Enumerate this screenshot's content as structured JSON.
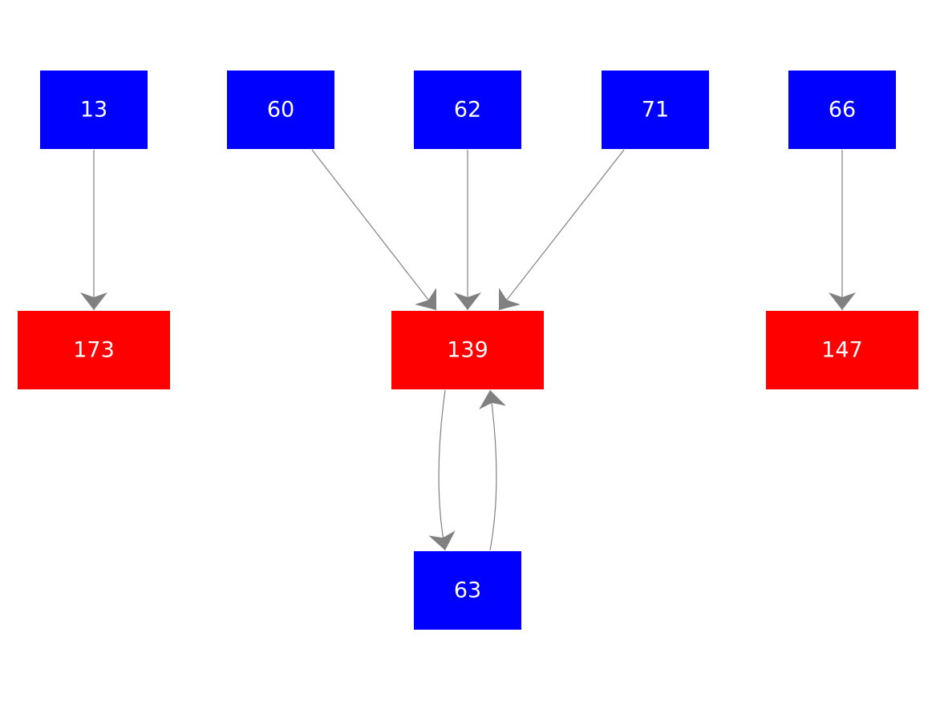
{
  "colors": {
    "background": "#ffffff",
    "blue_node": "#0000ff",
    "red_node": "#ff0000",
    "edge": "#808080",
    "label_text": "#ffffff"
  },
  "nodes": [
    {
      "id": "n13",
      "label": "13",
      "color": "blue"
    },
    {
      "id": "n60",
      "label": "60",
      "color": "blue"
    },
    {
      "id": "n62",
      "label": "62",
      "color": "blue"
    },
    {
      "id": "n71",
      "label": "71",
      "color": "blue"
    },
    {
      "id": "n66",
      "label": "66",
      "color": "blue"
    },
    {
      "id": "n173",
      "label": "173",
      "color": "red"
    },
    {
      "id": "n139",
      "label": "139",
      "color": "red"
    },
    {
      "id": "n147",
      "label": "147",
      "color": "red"
    },
    {
      "id": "n63",
      "label": "63",
      "color": "blue"
    }
  ],
  "edges": [
    {
      "from": "13",
      "to": "173"
    },
    {
      "from": "60",
      "to": "139"
    },
    {
      "from": "62",
      "to": "139"
    },
    {
      "from": "71",
      "to": "139"
    },
    {
      "from": "66",
      "to": "147"
    },
    {
      "from": "139",
      "to": "63"
    },
    {
      "from": "63",
      "to": "139"
    }
  ]
}
